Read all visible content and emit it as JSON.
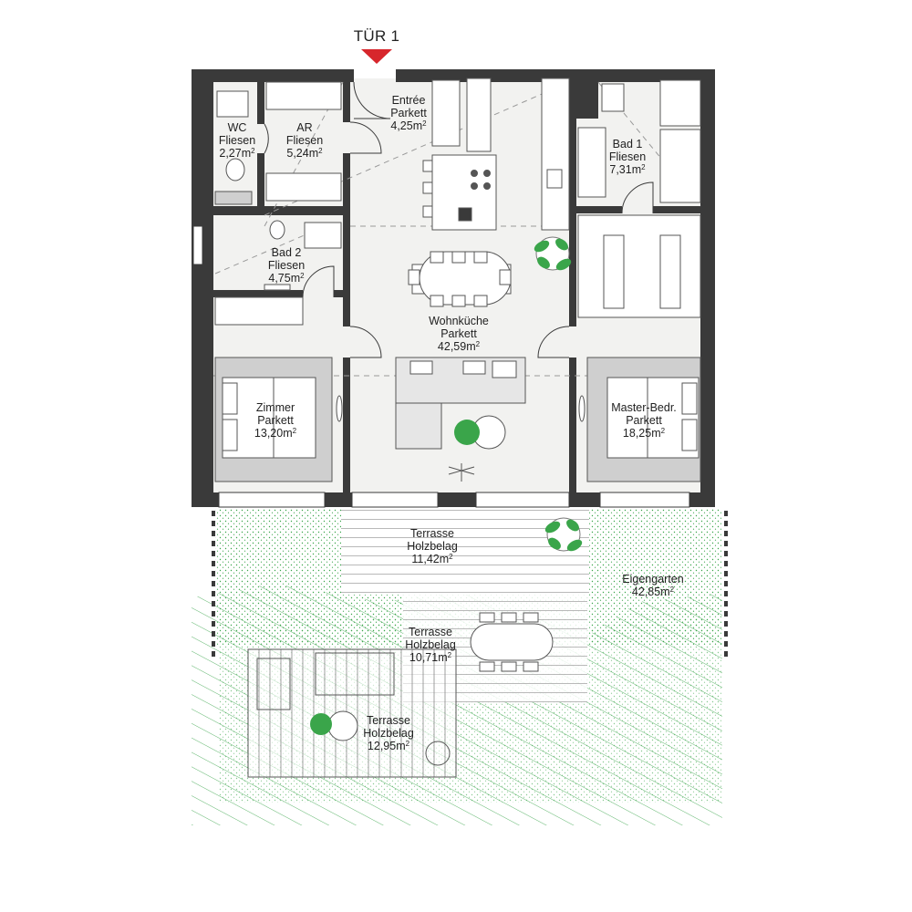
{
  "entrance": {
    "label": "TÜR 1",
    "marker_color": "#d7262c"
  },
  "colors": {
    "wall": "#3a3a3a",
    "floor": "#f2f2f0",
    "rug": "#cfcfcf",
    "garden_green": "#3aa54a",
    "terrace_lines": "#9a9a9a"
  },
  "rooms": [
    {
      "id": "wc",
      "name": "WC",
      "material": "Fliesen",
      "area": "2,27",
      "unit": "m",
      "unit_exp": "2"
    },
    {
      "id": "ar",
      "name": "AR",
      "material": "Fliesen",
      "area": "5,24",
      "unit": "m",
      "unit_exp": "2"
    },
    {
      "id": "entree",
      "name": "Entrée",
      "material": "Parkett",
      "area": "4,25",
      "unit": "m",
      "unit_exp": "2"
    },
    {
      "id": "bad1",
      "name": "Bad 1",
      "material": "Fliesen",
      "area": "7,31",
      "unit": "m",
      "unit_exp": "2"
    },
    {
      "id": "bad2",
      "name": "Bad 2",
      "material": "Fliesen",
      "area": "4,75",
      "unit": "m",
      "unit_exp": "2"
    },
    {
      "id": "wohnkueche",
      "name": "Wohnküche",
      "material": "Parkett",
      "area": "42,59",
      "unit": "m",
      "unit_exp": "2"
    },
    {
      "id": "zimmer",
      "name": "Zimmer",
      "material": "Parkett",
      "area": "13,20",
      "unit": "m",
      "unit_exp": "2"
    },
    {
      "id": "master",
      "name": "Master-Bedr.",
      "material": "Parkett",
      "area": "18,25",
      "unit": "m",
      "unit_exp": "2"
    },
    {
      "id": "terrasse1",
      "name": "Terrasse",
      "material": "Holzbelag",
      "area": "11,42",
      "unit": "m",
      "unit_exp": "2"
    },
    {
      "id": "eigengarten",
      "name": "Eigengarten",
      "material": "",
      "area": "42,85",
      "unit": "m",
      "unit_exp": "2"
    },
    {
      "id": "terrasse2",
      "name": "Terrasse",
      "material": "Holzbelag",
      "area": "10,71",
      "unit": "m",
      "unit_exp": "2"
    },
    {
      "id": "terrasse3",
      "name": "Terrasse",
      "material": "Holzbelag",
      "area": "12,95",
      "unit": "m",
      "unit_exp": "2"
    }
  ]
}
